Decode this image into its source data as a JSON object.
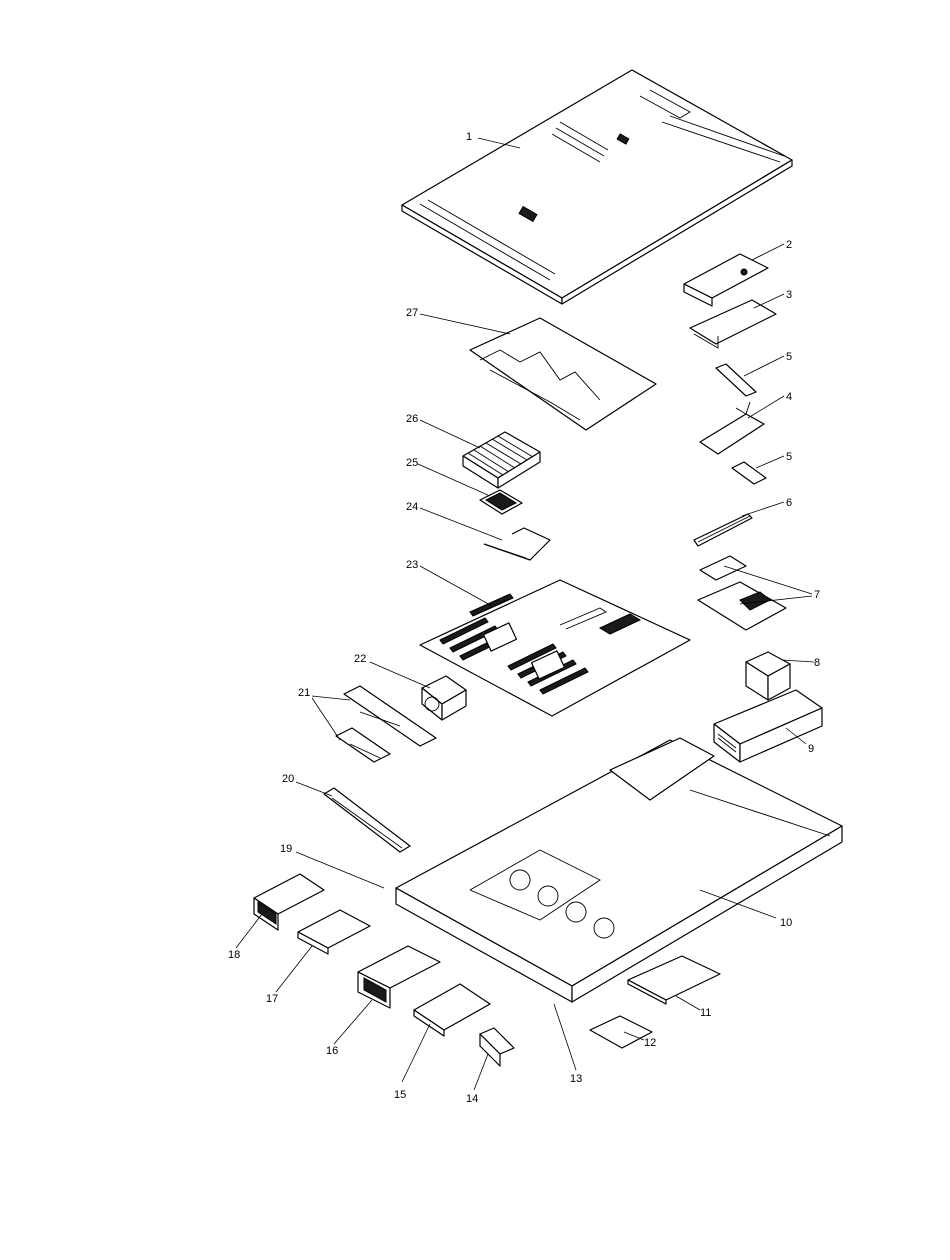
{
  "callouts": [
    {
      "id": "c1",
      "label": "1"
    },
    {
      "id": "c2",
      "label": "2"
    },
    {
      "id": "c3",
      "label": "3"
    },
    {
      "id": "c4",
      "label": "4"
    },
    {
      "id": "c5a",
      "label": "5"
    },
    {
      "id": "c5b",
      "label": "5"
    },
    {
      "id": "c6",
      "label": "6"
    },
    {
      "id": "c7",
      "label": "7"
    },
    {
      "id": "c8",
      "label": "8"
    },
    {
      "id": "c9",
      "label": "9"
    },
    {
      "id": "c10",
      "label": "10"
    },
    {
      "id": "c11",
      "label": "11"
    },
    {
      "id": "c12",
      "label": "12"
    },
    {
      "id": "c13",
      "label": "13"
    },
    {
      "id": "c14",
      "label": "14"
    },
    {
      "id": "c15",
      "label": "15"
    },
    {
      "id": "c16",
      "label": "16"
    },
    {
      "id": "c17",
      "label": "17"
    },
    {
      "id": "c18",
      "label": "18"
    },
    {
      "id": "c19",
      "label": "19"
    },
    {
      "id": "c20",
      "label": "20"
    },
    {
      "id": "c21",
      "label": "21"
    },
    {
      "id": "c22",
      "label": "22"
    },
    {
      "id": "c23",
      "label": "23"
    },
    {
      "id": "c24",
      "label": "24"
    },
    {
      "id": "c25",
      "label": "25"
    },
    {
      "id": "c26",
      "label": "26"
    },
    {
      "id": "c27",
      "label": "27"
    }
  ]
}
